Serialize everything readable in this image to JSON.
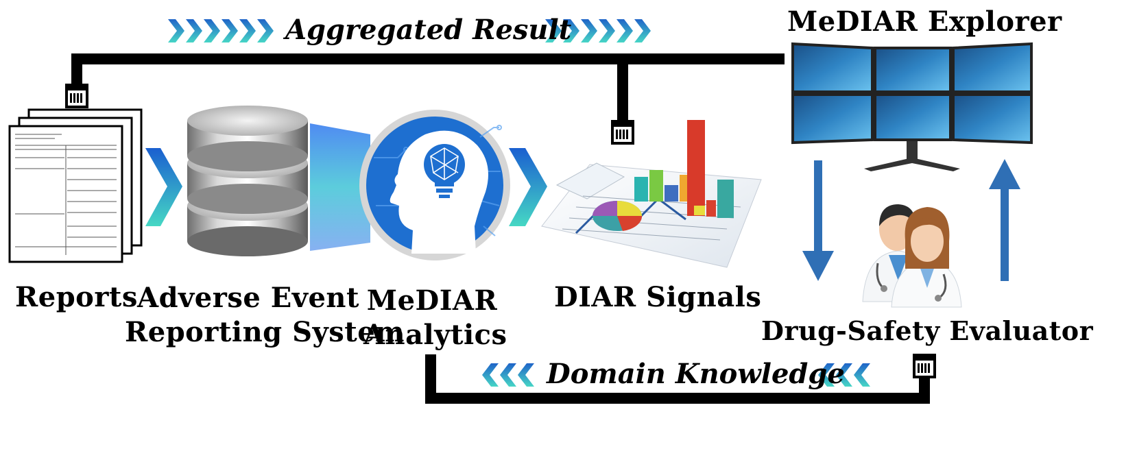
{
  "labels": {
    "reports": "Reports",
    "aers_line1": "Adverse Event",
    "aers_line2": "Reporting System",
    "analytics_line1": "MeDIAR",
    "analytics_line2": "Analytics",
    "signals": "DIAR Signals",
    "explorer": "MeDIAR Explorer",
    "evaluator": "Drug-Safety Evaluator"
  },
  "flows": {
    "top": "Aggregated Result",
    "bottom": "Domain Knowledge"
  },
  "colors": {
    "line": "#000000",
    "arrow_blue": "#2f6fb5",
    "chevron_dark": "#1f64c8",
    "chevron_light": "#45d3c9",
    "brain_circle": "#1e6fd0"
  },
  "icons": [
    "document-stack-icon",
    "database-icon",
    "brain-lightbulb-icon",
    "charts-icon",
    "monitor-wall-icon",
    "doctors-icon",
    "plug-icon"
  ]
}
